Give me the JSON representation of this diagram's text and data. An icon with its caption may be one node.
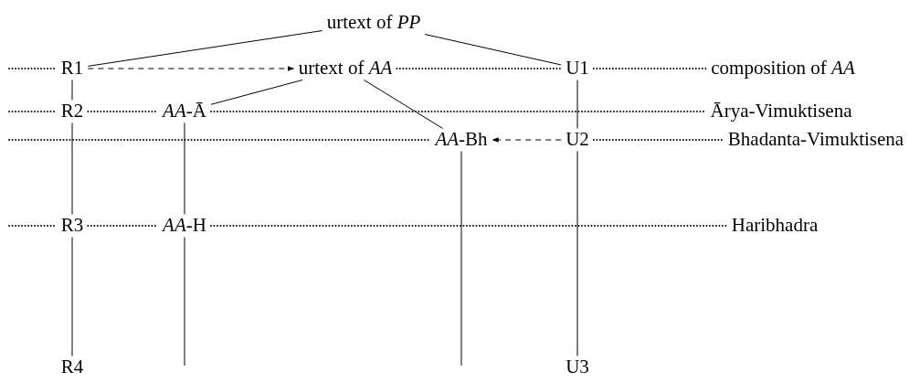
{
  "diagram": {
    "nodes": [
      {
        "text": [
          "urtext of *PP*"
        ]
      },
      {
        "text": [
          "R1"
        ]
      },
      {
        "text": [
          "urtext of *AA*"
        ]
      },
      {
        "text": [
          "U1"
        ]
      },
      {
        "text": [
          "composition of *AA*"
        ]
      },
      {
        "text": [
          "R2"
        ]
      },
      {
        "text": [
          "*AA*-Ā"
        ]
      },
      {
        "text": [
          "Ārya-Vimuktisena"
        ]
      },
      {
        "text": [
          "*AA*-Bh"
        ]
      },
      {
        "text": [
          "U2"
        ]
      },
      {
        "text": [
          "Bhadanta-Vimuktisena"
        ]
      },
      {
        "text": [
          "R3"
        ]
      },
      {
        "text": [
          "*AA*-H"
        ]
      },
      {
        "text": [
          "Haribhadra"
        ]
      },
      {
        "text": [
          "R4"
        ]
      },
      {
        "text": [
          "U3"
        ]
      }
    ],
    "edges": [
      {
        "from": 0,
        "to": 1,
        "arrow": "none"
      },
      {
        "from": 0,
        "to": 3,
        "arrow": "none"
      },
      {
        "from": null,
        "to": 1,
        "arrow": "none",
        "style": "dashed"
      },
      {
        "from": 1,
        "to": 2,
        "arrow": "to",
        "style": "dashed"
      },
      {
        "from": 2,
        "to": 3,
        "arrow": "none",
        "style": "dashed"
      },
      {
        "from": 3,
        "to": 4,
        "arrow": "none",
        "style": "dashed"
      },
      {
        "from": 1,
        "to": 5,
        "arrow": "none"
      },
      {
        "from": 2,
        "to": 6,
        "arrow": "none"
      },
      {
        "from": 2,
        "to": 8,
        "arrow": "none"
      },
      {
        "from": 3,
        "to": 9,
        "arrow": "none"
      },
      {
        "from": null,
        "to": 5,
        "arrow": "none",
        "style": "dashed"
      },
      {
        "from": 5,
        "to": 6,
        "arrow": "none",
        "style": "dashed"
      },
      {
        "from": 6,
        "to": 7,
        "arrow": "none",
        "style": "dashed"
      },
      {
        "from": null,
        "to": 8,
        "arrow": "none",
        "style": "dashed"
      },
      {
        "from": 9,
        "to": 8,
        "arrow": "to",
        "style": "dashed"
      },
      {
        "from": 9,
        "to": 10,
        "arrow": "none",
        "style": "dashed"
      },
      {
        "from": 5,
        "to": 11,
        "arrow": "none"
      },
      {
        "from": 6,
        "to": 12,
        "arrow": "none"
      },
      {
        "from": 8,
        "to": null,
        "arrow": "none"
      },
      {
        "from": 9,
        "to": 15,
        "arrow": "none"
      },
      {
        "from": null,
        "to": 11,
        "arrow": "none",
        "style": "dashed"
      },
      {
        "from": 11,
        "to": 12,
        "arrow": "none",
        "style": "dashed"
      },
      {
        "from": 12,
        "to": 13,
        "arrow": "none",
        "style": "dashed"
      },
      {
        "from": 11,
        "to": 14,
        "arrow": "none"
      },
      {
        "from": 12,
        "to": null,
        "arrow": "none"
      }
    ]
  }
}
